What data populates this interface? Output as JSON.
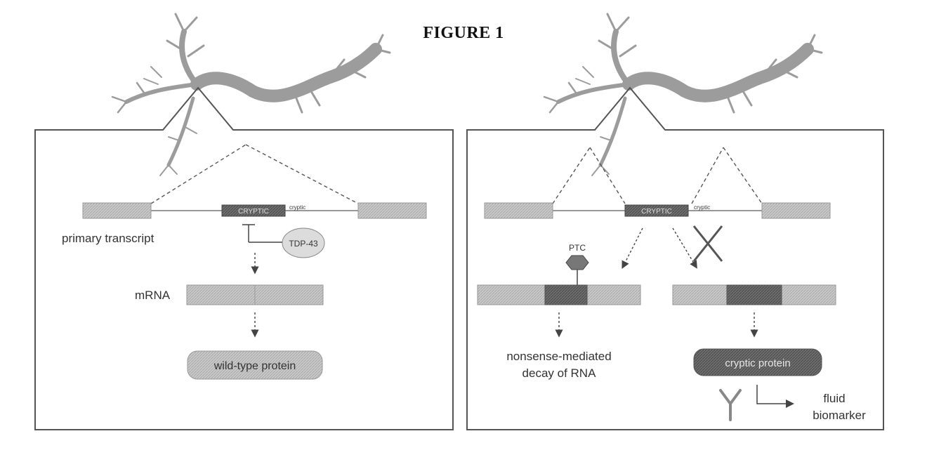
{
  "figure_title": "FIGURE 1",
  "left_panel": {
    "primary_transcript_label": "primary transcript",
    "cryptic_exon_label": "CRYPTIC",
    "small_exon_label": "cryptic",
    "tdp43_label": "TDP-43",
    "mrna_label": "mRNA",
    "protein_label": "wild-type protein"
  },
  "right_panel": {
    "cryptic_exon_label": "CRYPTIC",
    "small_exon_label": "cryptic",
    "ptc_label": "PTC",
    "nmd_line1": "nonsense-mediated",
    "nmd_line2": "decay of RNA",
    "cryptic_protein_label": "cryptic protein",
    "fluid_line1": "fluid",
    "fluid_line2": "biomarker"
  },
  "colors": {
    "border": "#555555",
    "exon_fill": "#c2c2c2",
    "cryptic_fill": "#6a6a6a",
    "neuron": "#9c9c9c",
    "pill_fill": "#d0d0d0",
    "dark_pill_fill": "#7a7a7a"
  }
}
